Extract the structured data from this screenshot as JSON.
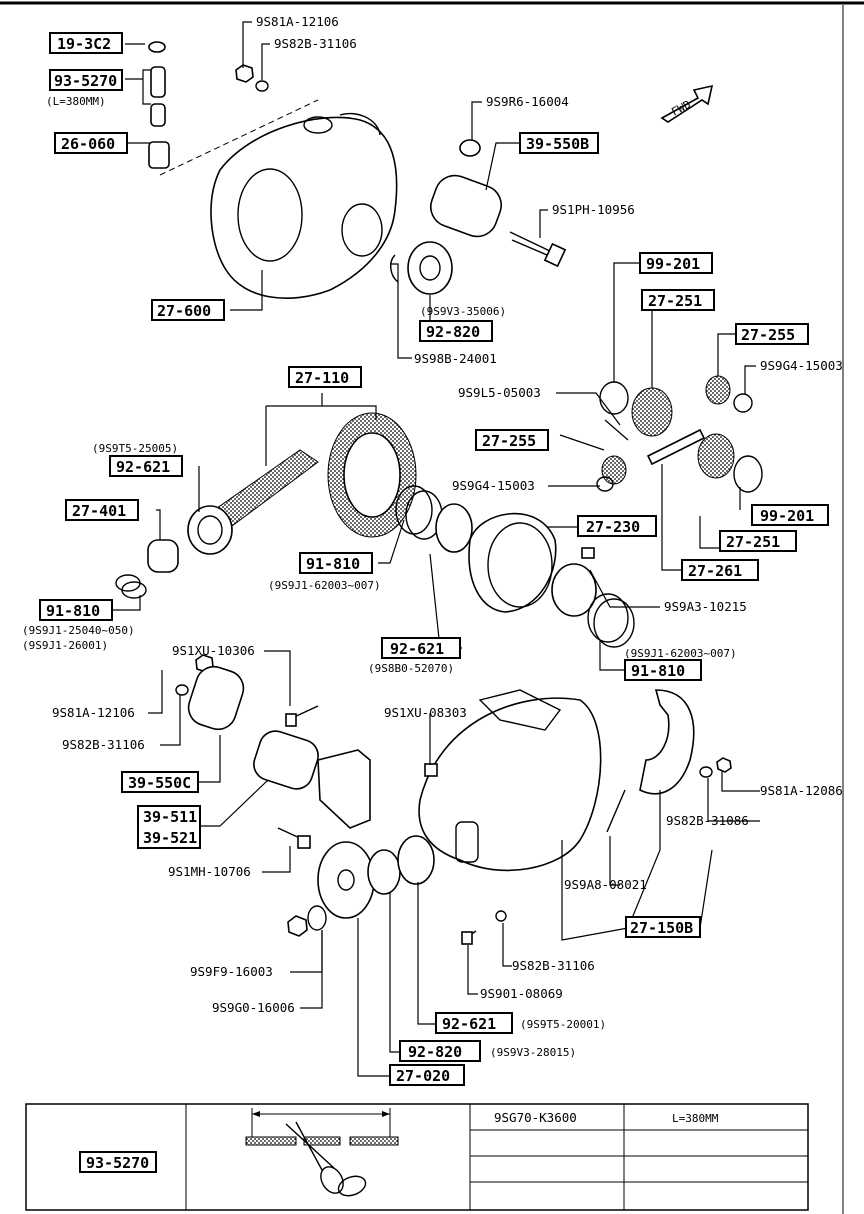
{
  "callouts": {
    "c19_3c2": "19-3C2",
    "c93_5270": "93-5270",
    "l380": "(L=380MM)",
    "c26_060": "26-060",
    "c27_600": "27-600",
    "c39_550b": "39-550B",
    "c92_820a": "92-820",
    "c99_201a": "99-201",
    "c27_251a": "27-251",
    "c27_255a": "27-255",
    "c27_110": "27-110",
    "c92_621a": "92-621",
    "c27_401": "27-401",
    "c91_810a": "91-810",
    "c91_810b": "91-810",
    "c27_255b": "27-255",
    "c27_230": "27-230",
    "c99_201b": "99-201",
    "c27_251b": "27-251",
    "c27_261": "27-261",
    "c92_621b": "92-621",
    "c91_810c": "91-810",
    "c39_550c": "39-550C",
    "c39_511": "39-511",
    "c39_521": "39-521",
    "c27_150b": "27-150B",
    "c92_621c": "92-621",
    "c92_820b": "92-820",
    "c27_020": "27-020"
  },
  "parts": {
    "p1": "9S81A-12106",
    "p2": "9S82B-31106",
    "p3": "9S9R6-16004",
    "p4": "9S1PH-10956",
    "p5": "(9S9V3-35006)",
    "p6": "9S98B-24001",
    "p7": "9S9G4-15003",
    "p8": "9S9L5-05003",
    "p9": "(9S9T5-25005)",
    "p10": "9S9G4-15003",
    "p11": "(9S9J1-62003~007)",
    "p12": "(9S9J1-25040~050)",
    "p13": "(9S9J1-26001)",
    "p14": "9S9A3-10215",
    "p15": "(9S8B0-52070)",
    "p16": "(9S9J1-62003~007)",
    "p17": "9S1XU-10306",
    "p18": "9S81A-12106",
    "p19": "9S82B-31106",
    "p20": "9S1XU-08303",
    "p21": "9S81A-12086",
    "p22": "9S82B-31086",
    "p23": "9S1MH-10706",
    "p24": "9S9A8-08021",
    "p25": "9S82B-31106",
    "p26": "9S9F9-16003",
    "p27": "9S901-08069",
    "p28": "9S9G0-16006",
    "p29": "(9S9T5-20001)",
    "p30": "(9S9V3-28015)"
  },
  "fwd": "FWD",
  "table": {
    "part": "93-5270",
    "code": "9SG70-K3600",
    "length": "L=380MM"
  }
}
